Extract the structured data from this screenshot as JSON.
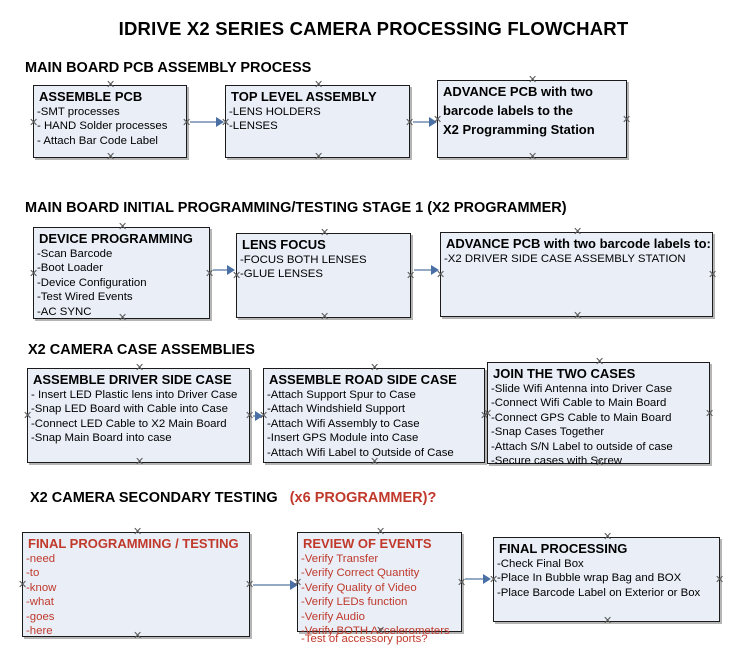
{
  "document": {
    "title": "IDRIVE X2  SERIES CAMERA PROCESSING FLOWCHART"
  },
  "colors": {
    "box_fill": "#e9eef7",
    "box_border": "#1b1b1b",
    "connector": "#93a9c4",
    "arrowhead": "#4a6fa5",
    "accent_red": "#c0392b",
    "text": "#000000"
  },
  "sections": [
    {
      "id": "main-board-pcb-assembly",
      "heading": "MAIN BOARD PCB ASSEMBLY PROCESS",
      "heading_accent": "",
      "heading_suffix": "",
      "boxes": [
        {
          "id": "assemble-pcb",
          "title": "ASSEMBLE PCB",
          "lines": [
            "-SMT processes",
            "- HAND Solder processes",
            "- Attach Bar Code Label"
          ]
        },
        {
          "id": "top-level-assembly",
          "title": "TOP LEVEL ASSEMBLY",
          "lines": [
            "-LENS HOLDERS",
            "-LENSES"
          ]
        },
        {
          "id": "advance-pcb-programming-station",
          "title": "ADVANCE PCB with two",
          "lines": [
            "barcode labels to the",
            " X2 Programming Station"
          ]
        }
      ]
    },
    {
      "id": "main-board-initial-programming",
      "heading": "MAIN BOARD INITIAL PROGRAMMING/TESTING STAGE 1 (X2 PROGRAMMER)",
      "heading_accent": "",
      "heading_suffix": "",
      "boxes": [
        {
          "id": "device-programming",
          "title": "DEVICE PROGRAMMING",
          "lines": [
            "-Scan Barcode",
            "-Boot Loader",
            "-Device Configuration",
            "-Test Wired Events",
            "-AC SYNC"
          ]
        },
        {
          "id": "lens-focus",
          "title": "LENS FOCUS",
          "lines": [
            "-FOCUS BOTH LENSES",
            "-GLUE LENSES"
          ]
        },
        {
          "id": "advance-pcb-driver-side-case",
          "title": "ADVANCE PCB with two barcode labels to:",
          "lines": [
            "-X2 DRIVER  SIDE  CASE  ASSEMBLY STATION"
          ]
        }
      ]
    },
    {
      "id": "x2-camera-case-assemblies",
      "heading": "X2 CAMERA CASE ASSEMBLIES",
      "heading_accent": "",
      "heading_suffix": "",
      "boxes": [
        {
          "id": "assemble-driver-side-case",
          "title": "ASSEMBLE DRIVER SIDE CASE",
          "lines": [
            "- Insert LED Plastic lens into Driver Case",
            "-Snap LED Board with Cable into Case",
            "-Connect LED Cable to X2 Main Board",
            "-Snap Main Board into case"
          ]
        },
        {
          "id": "assemble-road-side-case",
          "title": "ASSEMBLE ROAD SIDE CASE",
          "lines": [
            "-Attach Support Spur to Case",
            "-Attach Windshield Support",
            "-Attach Wifi Assembly to Case",
            "-Insert GPS Module into Case",
            "-Attach Wifi Label to Outside of Case"
          ]
        },
        {
          "id": "join-the-two-cases",
          "title": "JOIN THE TWO CASES",
          "lines": [
            "-Slide Wifi Antenna into Driver Case",
            "-Connect Wifi Cable to Main Board",
            "-Connect GPS Cable to Main Board",
            "-Snap Cases Together",
            "-Attach S/N Label to outside of case",
            "-Secure cases with Screw"
          ]
        }
      ]
    },
    {
      "id": "x2-camera-secondary-testing",
      "heading": "X2 CAMERA SECONDARY TESTING",
      "heading_accent": "(x6 PROGRAMMER)?",
      "heading_suffix": "",
      "boxes": [
        {
          "id": "final-programming-testing",
          "title": "FINAL PROGRAMMING / TESTING",
          "lines": [
            "-need",
            "-to",
            "-know",
            "-what",
            "-goes",
            "-here"
          ]
        },
        {
          "id": "review-of-events",
          "title": "REVIEW OF EVENTS",
          "lines": [
            "-Verify Transfer",
            "-Verify Correct Quantity",
            "-Verify Quality of Video",
            "-Verify LEDs function",
            "-Verify Audio",
            "-Verify BOTH Accelerometers"
          ],
          "overflow_line": "-Test of accessory ports?"
        },
        {
          "id": "final-processing",
          "title": "FINAL PROCESSING",
          "lines": [
            "-Check Final Box",
            "-Place In Bubble wrap Bag and BOX",
            "-Place Barcode Label on Exterior or Box"
          ]
        }
      ]
    }
  ]
}
